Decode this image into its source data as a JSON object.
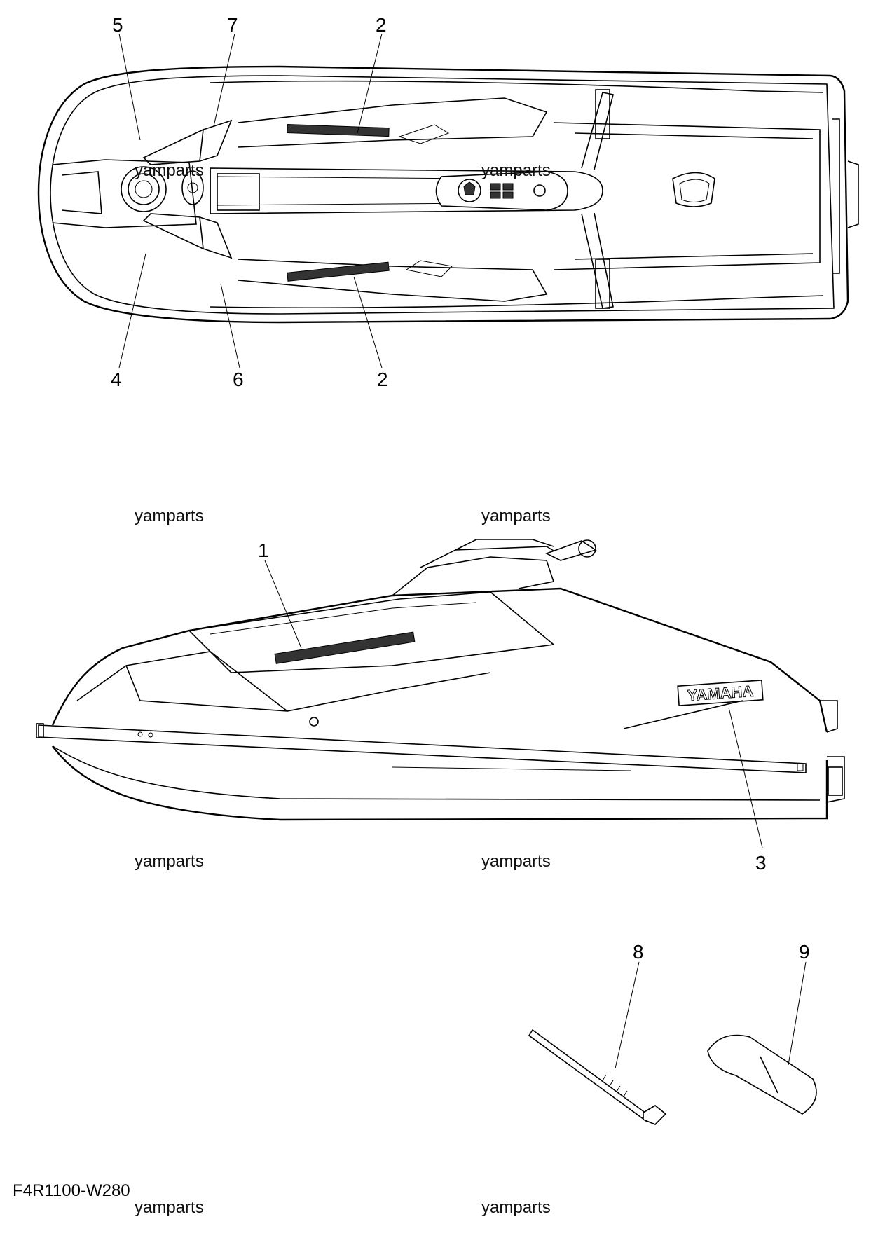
{
  "figure_code": "F4R1100-W280",
  "watermark_text": "yamparts",
  "callouts": {
    "c1": "1",
    "c2a": "2",
    "c2b": "2",
    "c3": "3",
    "c4": "4",
    "c5": "5",
    "c6": "6",
    "c7": "7",
    "c8": "8",
    "c9": "9"
  },
  "decal_brand": "YAMAHA"
}
